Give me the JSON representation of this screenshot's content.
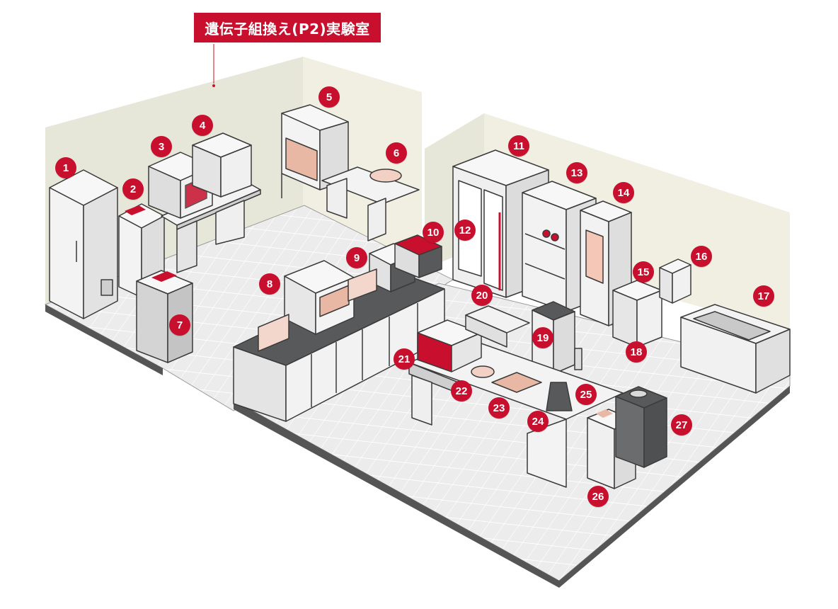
{
  "title": "遺伝子組換え(P2)実験室",
  "colors": {
    "accent": "#c8102e",
    "wall": "#e6e6d9",
    "wall_light": "#f1efe2",
    "floor": "#ececec",
    "floor_line": "#ffffff",
    "equipment": "#f3f3f3",
    "equipment_dark": "#58595b",
    "outline": "#3a3a3a"
  },
  "markers": [
    "1",
    "2",
    "3",
    "4",
    "5",
    "6",
    "7",
    "8",
    "9",
    "10",
    "11",
    "12",
    "13",
    "14",
    "15",
    "16",
    "17",
    "18",
    "19",
    "20",
    "21",
    "22",
    "23",
    "24",
    "25",
    "26",
    "27"
  ]
}
